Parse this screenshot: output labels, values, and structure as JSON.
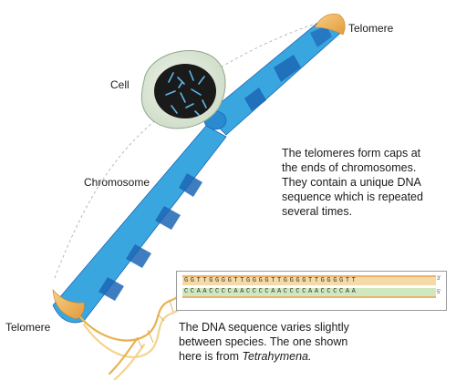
{
  "labels": {
    "telomere_top": "Telomere",
    "telomere_bottom": "Telomere",
    "cell": "Cell",
    "chromosome": "Chromosome"
  },
  "caption_telomeres": [
    "The telomeres form caps at",
    "the ends of chromosomes.",
    "They contain a unique DNA",
    "sequence which is repeated",
    "several times."
  ],
  "caption_dna": {
    "line1": "The DNA sequence varies slightly",
    "line2": "between species. The one shown",
    "line3_prefix": "here is from ",
    "line3_species": "Tetrahymena."
  },
  "dna_sequence": {
    "top_strand": "GGTTGGGGTTGGGGTTGGGGTTGGGGTT",
    "bottom_strand": "CCAACCCCAACCCCAACCCCAACCCCAA",
    "top_end": "3'",
    "bottom_end": "5'"
  },
  "colors": {
    "chromosome_light": "#3aa6e0",
    "chromosome_dark": "#1c66b5",
    "telomere_cap": "#f0b35a",
    "cell_fill": "#dfeadb",
    "nucleus": "#1a1a1a"
  }
}
